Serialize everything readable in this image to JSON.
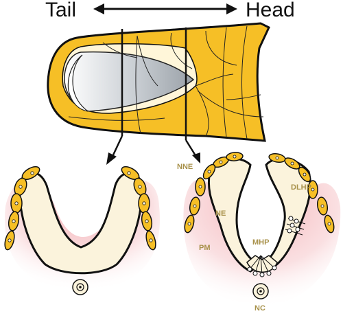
{
  "axis": {
    "left_label": "Tail",
    "right_label": "Head"
  },
  "labels": {
    "nne": "NNE",
    "ne": "NE",
    "dlhp": "DLHP",
    "pm": "PM",
    "mhp": "MHP",
    "nc": "NC"
  },
  "colors": {
    "ectoderm_yellow": "#F6BF26",
    "neural_cream": "#FBF3DC",
    "mesoderm_pink": "#F6C6C9",
    "label_gold": "#A8914A",
    "outline": "#111111"
  }
}
